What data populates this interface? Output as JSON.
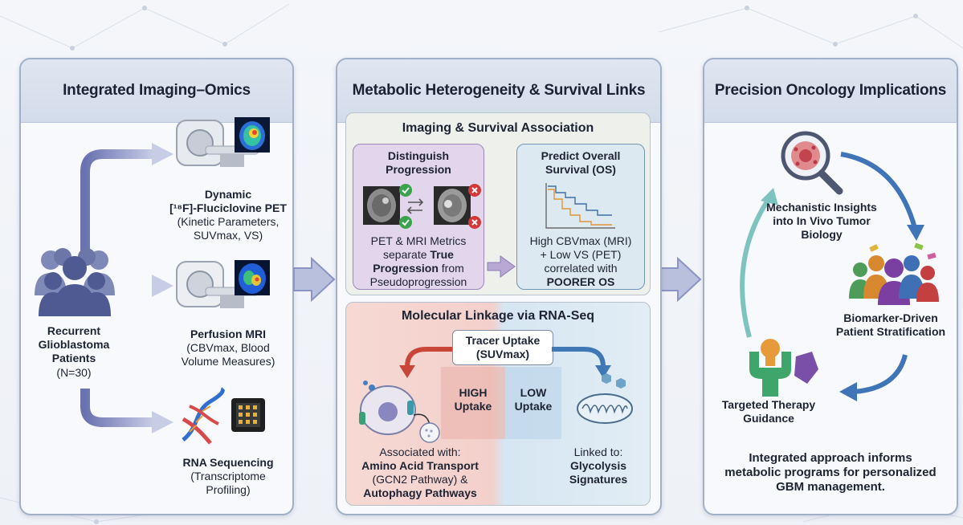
{
  "panels": {
    "left": {
      "title": "Integrated Imaging–Omics",
      "patients": {
        "l1": "Recurrent",
        "l2": "Glioblastoma",
        "l3": "Patients",
        "l4": "(N=30)"
      },
      "pet": {
        "l1": "Dynamic",
        "l2": "[¹⁸F]-Fluciclovine PET",
        "l3": "(Kinetic Parameters,",
        "l4": "SUVmax, VS)"
      },
      "mri": {
        "l1": "Perfusion MRI",
        "l2": "(CBVmax, Blood",
        "l3": "Volume Measures)"
      },
      "rna": {
        "l1": "RNA Sequencing",
        "l2": "(Transcriptome",
        "l3": "Profiling)"
      }
    },
    "middle": {
      "title": "Metabolic Heterogeneity & Survival Links",
      "imaging": {
        "title": "Imaging & Survival Association",
        "distinguish": {
          "title_l1": "Distinguish",
          "title_l2": "Progression",
          "l1": "PET & MRI Metrics",
          "l2a": "separate ",
          "l2b": "True",
          "l3a": "Progression",
          "l3b": " from",
          "l4": "Pseudoprogression"
        },
        "predict": {
          "title_l1": "Predict Overall",
          "title_l2": "Survival (OS)",
          "l1": "High CBVmax (MRI)",
          "l2": "+ Low VS (PET)",
          "l3": "correlated with",
          "l4": "POORER OS"
        }
      },
      "molecular": {
        "title": "Molecular Linkage via RNA-Seq",
        "tracer_l1": "Tracer Uptake",
        "tracer_l2": "(SUVmax)",
        "high_l1": "HIGH",
        "high_l2": "Uptake",
        "low_l1": "LOW",
        "low_l2": "Uptake",
        "assoc": {
          "l1": "Associated with:",
          "l2": "Amino Acid Transport",
          "l3": "(GCN2 Pathway) &",
          "l4": "Autophagy Pathways"
        },
        "linked": {
          "l1": "Linked to:",
          "l2": "Glycolysis",
          "l3": "Signatures"
        }
      }
    },
    "right": {
      "title": "Precision Oncology Implications",
      "mechanistic": {
        "l1": "Mechanistic Insights",
        "l2": "into In Vivo Tumor",
        "l3": "Biology"
      },
      "biomarker": {
        "l1": "Biomarker-Driven",
        "l2": "Patient Stratification"
      },
      "therapy": {
        "l1": "Targeted Therapy",
        "l2": "Guidance"
      },
      "conclusion": {
        "l1": "Integrated approach informs",
        "l2": "metabolic programs for personalized",
        "l3": "GBM management."
      }
    }
  },
  "colors": {
    "panel_border": "#9fb0c8",
    "header_bg": "#d8e0ec",
    "purple_box": "#e6dcef",
    "blue_box": "#e1ecf4",
    "high_uptake": "#f2c9c4",
    "low_uptake": "#cfe3f1",
    "arrow": "#8a94c6"
  },
  "icons": [
    "people-group-icon",
    "pet-scanner-icon",
    "brain-pet-scan-icon",
    "mri-scanner-icon",
    "brain-mri-scan-icon",
    "dna-helix-icon",
    "sequencing-chip-icon",
    "check-icon",
    "cross-icon",
    "swap-icon",
    "survival-curve-icon",
    "cell-icon",
    "mitochondria-icon",
    "magnifier-cell-icon",
    "stratified-people-icon",
    "receptor-drug-icon"
  ]
}
